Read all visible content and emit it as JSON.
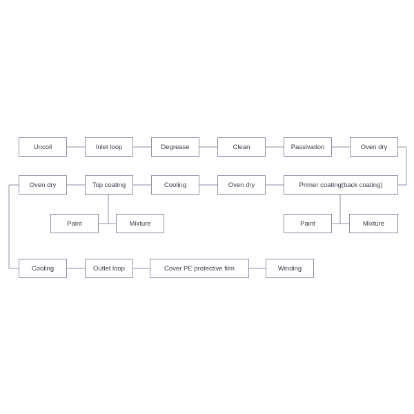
{
  "colors": {
    "stroke": "#8e8ea8",
    "text": "#3a3a48",
    "background": "#ffffff"
  },
  "diagram": {
    "row1": [
      "Uncoil",
      "Inlet loop",
      "Degrease",
      "Clean",
      "Passivation",
      "Oven dry"
    ],
    "row2": [
      "Oven dry",
      "Top coating",
      "Cooling",
      "Oven dry",
      "Primer coating(back coating)"
    ],
    "top_coating_inputs": [
      "Paint",
      "Mixture"
    ],
    "primer_inputs": [
      "Paint",
      "Mixture"
    ],
    "row3": [
      "Cooling",
      "Outlet loop",
      "Cover PE protective film",
      "Winding"
    ]
  }
}
